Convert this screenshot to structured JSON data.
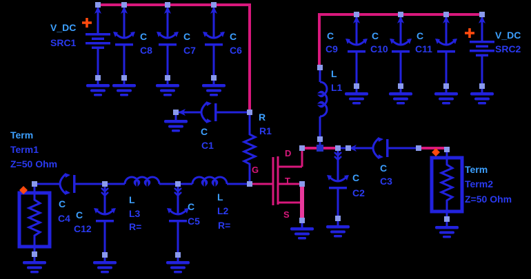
{
  "schematic": {
    "colors": {
      "background": "#000000",
      "wire_blue": "#2222dd",
      "highlight_magenta": "#d8187c",
      "mosfet_pink": "#e8399b",
      "label_light_blue": "#3da0ff",
      "label_dark_blue": "#2a3af0",
      "node_square": "#8a9aec",
      "marker_orange": "#ff4a0e"
    },
    "components": {
      "SRC1": {
        "type": "V_DC",
        "name": "SRC1"
      },
      "SRC2": {
        "type": "V_DC",
        "name": "SRC2"
      },
      "C1": {
        "type": "C",
        "name": "C1"
      },
      "C2": {
        "type": "C",
        "name": "C2"
      },
      "C3": {
        "type": "C",
        "name": "C3"
      },
      "C4": {
        "type": "C",
        "name": "C4"
      },
      "C5": {
        "type": "C",
        "name": "C5"
      },
      "C6": {
        "type": "C",
        "name": "C6"
      },
      "C7": {
        "type": "C",
        "name": "C7"
      },
      "C8": {
        "type": "C",
        "name": "C8"
      },
      "C9": {
        "type": "C",
        "name": "C9"
      },
      "C10": {
        "type": "C",
        "name": "C10"
      },
      "C11": {
        "type": "C",
        "name": "C11"
      },
      "C12": {
        "type": "C",
        "name": "C12"
      },
      "L1": {
        "type": "L",
        "name": "L1"
      },
      "L2": {
        "type": "L",
        "name": "L2",
        "r_param": "R="
      },
      "L3": {
        "type": "L",
        "name": "L3",
        "r_param": "R="
      },
      "R1": {
        "type": "R",
        "name": "R1"
      },
      "Term1": {
        "type": "Term",
        "name": "Term1",
        "impedance": "Z=50 Ohm"
      },
      "Term2": {
        "type": "Term",
        "name": "Term2",
        "impedance": "Z=50 Ohm"
      },
      "FET": {
        "terminal_d": "D",
        "terminal_g": "G",
        "terminal_s": "S",
        "terminal_t": "T"
      }
    }
  }
}
